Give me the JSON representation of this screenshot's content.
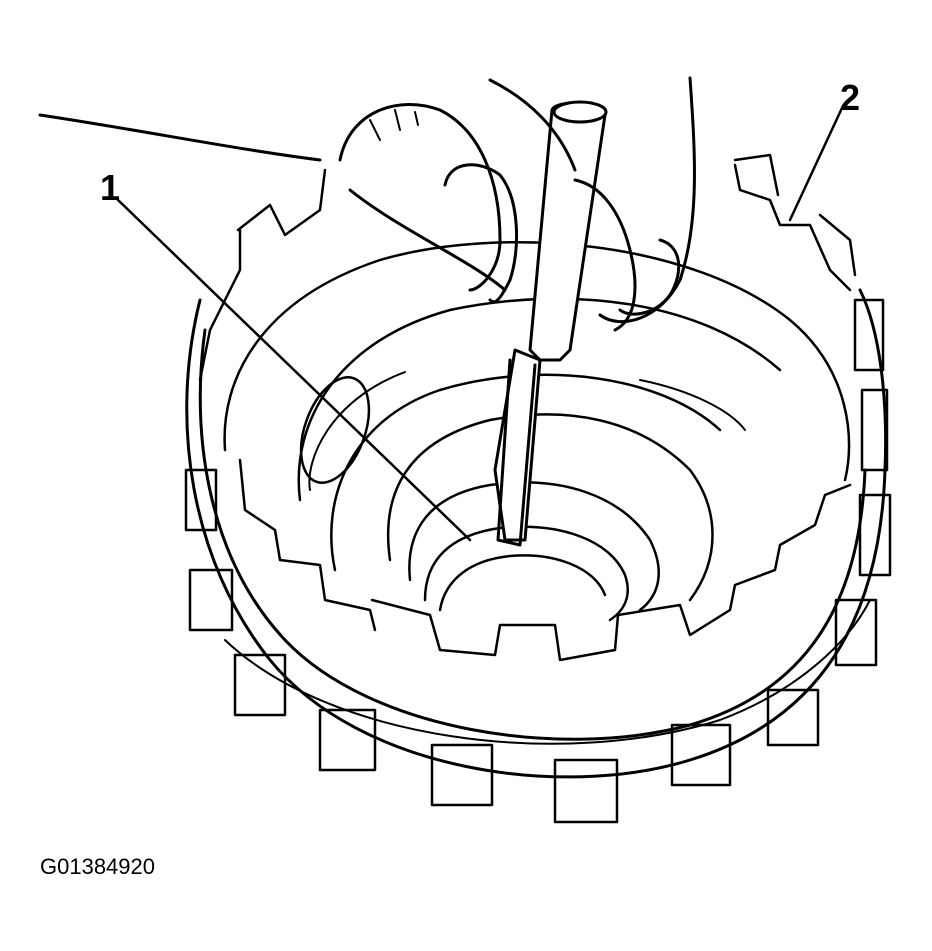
{
  "callouts": {
    "one": "1",
    "two": "2"
  },
  "figure_id": "G01384920",
  "colors": {
    "line": "#000000",
    "background": "#ffffff"
  },
  "icons": [
    "clutch-drum-illustration",
    "screwdriver-illustration",
    "hand-illustration"
  ]
}
